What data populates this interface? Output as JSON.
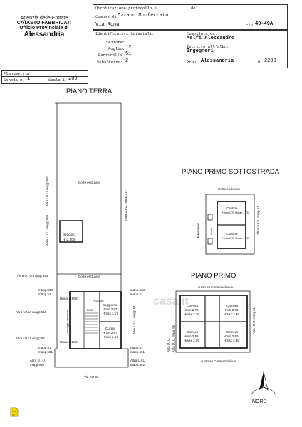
{
  "agency": {
    "line1": "Agenzia delle Entrate",
    "line2": "CATASTO FABBRICATI",
    "line3": "Ufficio Provinciale di",
    "line4": "Alessandria"
  },
  "header": {
    "dichiarazione_label": "Dichiarazione protocollo n.",
    "del_label": "del",
    "comune_label": "Comune di",
    "comune_value": "Ozzano Monferrato",
    "via_value": "Via Roma",
    "civ_label": "civ.",
    "civ_value": "49-49A",
    "identificativi_label": "Identificativi Catastali:",
    "sezione_label": "Sezione:",
    "foglio_label": "Foglio:",
    "foglio_value": "12",
    "particella_label": "Particella:",
    "particella_value": "51",
    "subalterno_label": "Subalterno:",
    "subalterno_value": "2",
    "compilata_label": "Compilata da:",
    "compilata_value": "Melfi Alessandro",
    "iscritto_label": "Iscritto all'albo:",
    "iscritto_value": "Ingegneri",
    "prov_label": "Prov.",
    "prov_value": "Alessandria",
    "n_label": "N.",
    "n_value": "2288"
  },
  "scheda": {
    "planimetria_label": "Planimetria",
    "scheda_label": "Scheda n.",
    "scheda_value": "1",
    "scala_label": "Scala 1:",
    "scala_value": "200"
  },
  "plans": {
    "piano_terra": "PIANO TERRA",
    "piano_primo_sottostrada": "PIANO PRIMO SOTTOSTRADA",
    "piano_primo": "PIANO PRIMO"
  },
  "labels": {
    "corte_esclusiva": "Corte esclusiva",
    "corte_esclusiva2": "Corte esclusiva",
    "altra_uiu_mapp583_v": "Altra U.I.U. mapp.583",
    "altra_uiu_mapp582_v": "Altra U.I.U. mapp.582",
    "altra_uiu_mapp517_v": "Altra U.I.U. mapp.517",
    "deposito": "Deposito",
    "deposito_h": "H=2.60m",
    "altra_uiu_mapp583_h": "Altra U.I.U. mapp.583",
    "mapp563_l": "mapp.563",
    "mapp51_l": "mapp.51",
    "altra_uiu_mapp563_l": "Altra U.I.U. mapp.563",
    "altra_uiu_mapp56_l": "Altra U.I.U. mapp.56",
    "mapp51_l2": "mapp.51",
    "mapp561_l": "mapp.561",
    "altra_uiu_l": "Altra U.I.U.",
    "mapp595_l": "mapp.595",
    "mapp563_r": "mapp.563",
    "mapp51_r": "mapp.51",
    "altra_uiu_mapp51_r": "Altra U.I.U. mapp.51",
    "mapp51_r2": "mapp.51",
    "mapp561_r": "mapp.561",
    "altra_uiu_r": "Altra U.I.U.",
    "mapp562_r": "mapp.562",
    "hmax_398": "Hmax 3.98m",
    "hmax_328": "Hmax 3.28m",
    "soggiorno": "Soggiorno",
    "soggiorno_hmin": "Hmin 2.67",
    "soggiorno_hmax": "Hmax 3.17",
    "cucina": "Cucina",
    "cucina_hmin": "Hmin 2.67",
    "cucina_hmax": "Hmax 3.17",
    "passaggio": "passaggio veranda",
    "disimpegno": "DISP",
    "via_roma": "Via Roma",
    "h_label": "H=2.55m",
    "cortile_sottostrada": "Corte esclusiva",
    "cantina1": "Cantina",
    "cantina1_h": "Hmin 1.75 Hmax 1.75",
    "cantina2": "Cantina",
    "cantina2_h": "Hmin 1.75 Hmax 1.75",
    "terrapieno": "Terrapieno",
    "scala_sotto": "scala",
    "altra_uiu_mapp51_sott": "Altra U.I.U. mapp.51",
    "vuoto_corte_top": "vuoto su Corte esclusiva",
    "vuoto_corte_bottom": "vuoto su Corte esclusiva",
    "camera1": "Camera",
    "camera1_hmin": "Hmin 2.78",
    "camera1_hmax": "Hmax 3.38",
    "camera2": "Camera",
    "camera2_hmin": "Hmin 2.88",
    "camera2_hmax": "Hmax 3.38",
    "camera3": "Camera",
    "camera3_hmin": "Hmin 2.85",
    "camera3_hmax": "Hmax 3.35",
    "camera4": "Camera",
    "camera4_hmin": "Hmin 2.88",
    "camera4_hmax": "Hmax 3.38",
    "altra_uiu_mapp56_pp": "Altra U.I.U. mapp.56",
    "altra_uiu_mapp51_pp": "Altra U.I.U. mapp.51",
    "altra_uiu_pp_left2": "Altra U.I.U.",
    "nord": "NORD"
  },
  "watermark": "casa.it",
  "colors": {
    "line": "#222222",
    "wall": "#444444",
    "watermark": "#d8d8d8",
    "icon": "#e8c400"
  }
}
